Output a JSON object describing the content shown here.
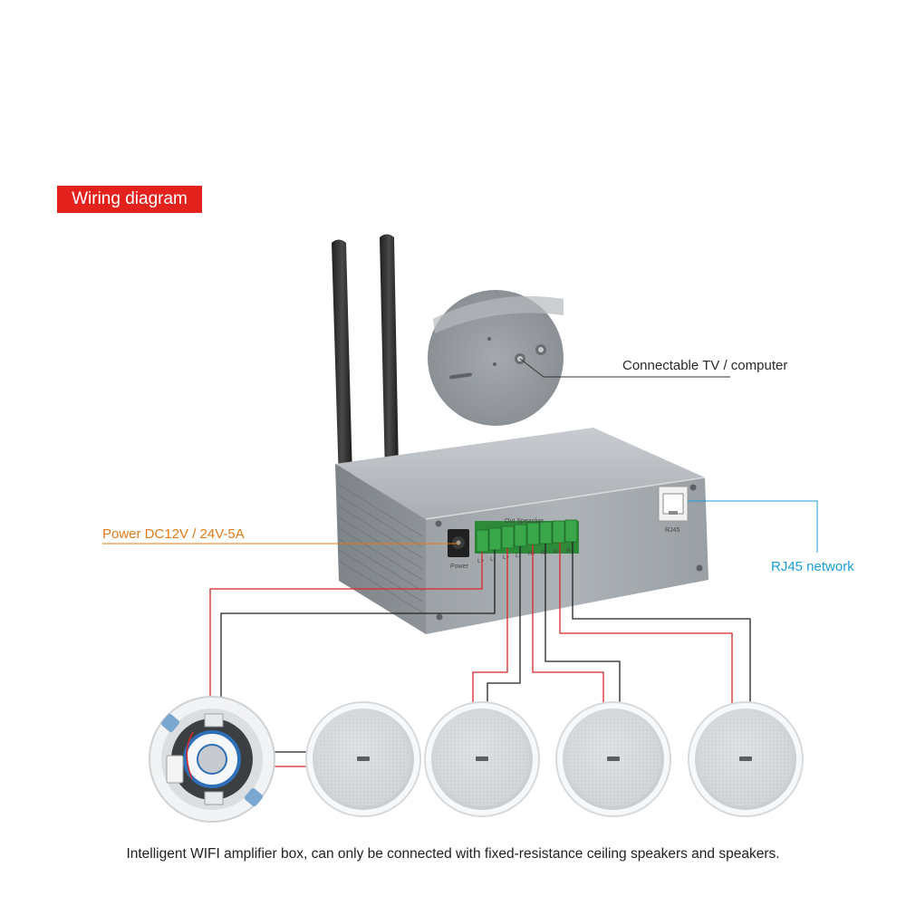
{
  "title": "Wiring diagram",
  "labels": {
    "tv": "Connectable TV / computer",
    "power": "Power DC12V / 24V-5A",
    "rj45_network": "RJ45 network"
  },
  "device": {
    "out_speaker": "Out Speanker",
    "power_port": "Power",
    "rj45_port": "RJ45",
    "terminals": [
      "L+",
      "L-",
      "L+",
      "L-",
      "R+",
      "R-",
      "R+",
      "R-"
    ]
  },
  "caption": "Intelligent WIFI amplifier box, can only be connected with fixed-resistance ceiling speakers and speakers.",
  "colors": {
    "banner": "#e3221d",
    "power_label": "#e07b19",
    "rj45_label": "#1a9ed9",
    "wire_red": "#d8282a",
    "wire_black": "#222222",
    "terminal_green": "#2f9a3e"
  }
}
